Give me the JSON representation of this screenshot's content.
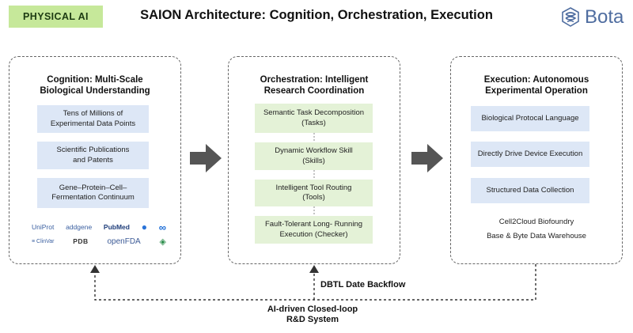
{
  "header": {
    "badge": "PHYSICAL AI",
    "title": "SAION Architecture: Cognition, Orchestration, Execution",
    "logo_text": "Bota",
    "logo_icon": "bota-logo-icon"
  },
  "colors": {
    "badge_bg": "#c6e89a",
    "blue_box": "#dde7f6",
    "green_box": "#e4f2d7",
    "arrow": "#555555",
    "logo": "#4f6da0"
  },
  "panels": {
    "cognition": {
      "title": "Cognition: Multi-Scale\nBiological Understanding",
      "items": [
        "Tens of Millions of\nExperimental Data Points",
        "Scientific Publications\nand Patents",
        "Gene–Protein–Cell–\nFermentation Continuum"
      ],
      "logos_row1": [
        "UniProt",
        "addgene",
        "PubMed",
        "●",
        "∞"
      ],
      "logos_row2": [
        "≡ ClinVar",
        "PDB",
        "openFDA",
        "◈"
      ]
    },
    "orchestration": {
      "title": "Orchestration: Intelligent\nResearch Coordination",
      "steps": [
        "Semantic Task Decomposition\n(Tasks)",
        "Dynamic Workflow Skill\n(Skills)",
        "Intelligent Tool Routing\n(Tools)",
        "Fault-Tolerant Long- Running\nExecution (Checker)"
      ]
    },
    "execution": {
      "title": "Execution: Autonomous\nExperimental Operation",
      "items": [
        "Biological Protocal Language",
        "Directly Drive Device Execution",
        "Structured Data Collection"
      ],
      "footer_line1": "Cell2Cloud Biofoundry",
      "footer_line2": "Base & Byte Data Warehouse"
    }
  },
  "feedback": {
    "backflow_label": "DBTL Date Backflow",
    "loop_label_line1": "AI-driven Closed-loop",
    "loop_label_line2": "R&D System"
  }
}
